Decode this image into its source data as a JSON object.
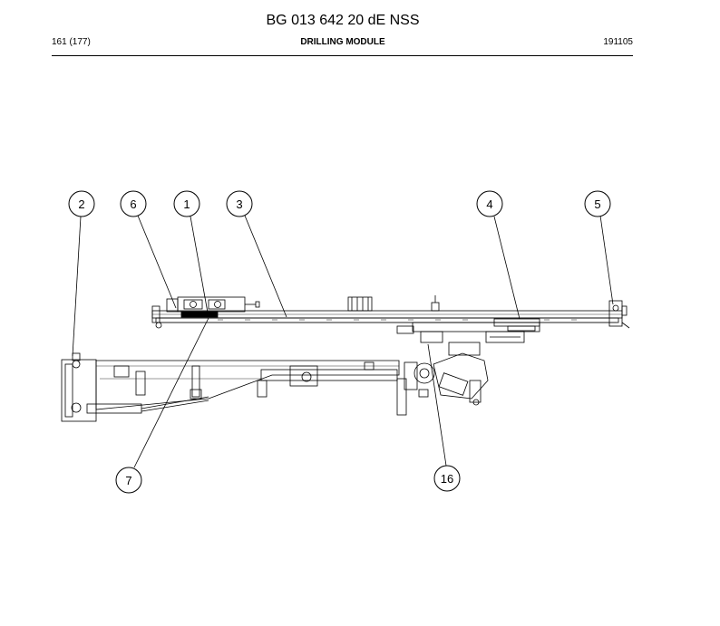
{
  "header": {
    "doc_title": "BG 013 642 20 dE NSS",
    "page_number": "161 (177)",
    "section_title": "DRILLING MODULE",
    "date_code": "191105"
  },
  "drawing": {
    "callouts": [
      {
        "id": "callout-2",
        "label": "2"
      },
      {
        "id": "callout-6",
        "label": "6"
      },
      {
        "id": "callout-1",
        "label": "1"
      },
      {
        "id": "callout-3",
        "label": "3"
      },
      {
        "id": "callout-4",
        "label": "4"
      },
      {
        "id": "callout-5",
        "label": "5"
      },
      {
        "id": "callout-7",
        "label": "7"
      },
      {
        "id": "callout-16",
        "label": "16"
      }
    ]
  }
}
